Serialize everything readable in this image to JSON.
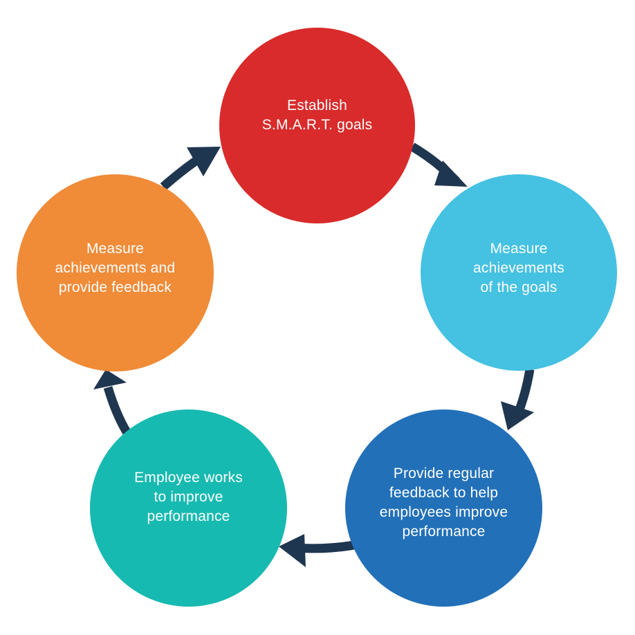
{
  "diagram": {
    "type": "cycle",
    "arrow_color": "#1f3650",
    "nodes": [
      {
        "id": "establish-goals",
        "lines": [
          "Establish",
          "S.M.A.R.T. goals"
        ],
        "color": "#d92b2b"
      },
      {
        "id": "measure-achievements-goals",
        "lines": [
          "Measure",
          "achievements",
          "of the goals"
        ],
        "color": "#45c1e2"
      },
      {
        "id": "provide-regular-feedback",
        "lines": [
          "Provide regular",
          "feedback to help",
          "employees improve",
          "performance"
        ],
        "color": "#2270b8"
      },
      {
        "id": "employee-works",
        "lines": [
          "Employee works",
          "to improve",
          "performance"
        ],
        "color": "#17bab0"
      },
      {
        "id": "measure-and-feedback",
        "lines": [
          "Measure",
          "achievements and",
          "provide feedback"
        ],
        "color": "#f08b38"
      }
    ],
    "edges": [
      {
        "from": "establish-goals",
        "to": "measure-achievements-goals"
      },
      {
        "from": "measure-achievements-goals",
        "to": "provide-regular-feedback"
      },
      {
        "from": "provide-regular-feedback",
        "to": "employee-works"
      },
      {
        "from": "employee-works",
        "to": "measure-and-feedback"
      },
      {
        "from": "measure-and-feedback",
        "to": "establish-goals"
      }
    ]
  }
}
